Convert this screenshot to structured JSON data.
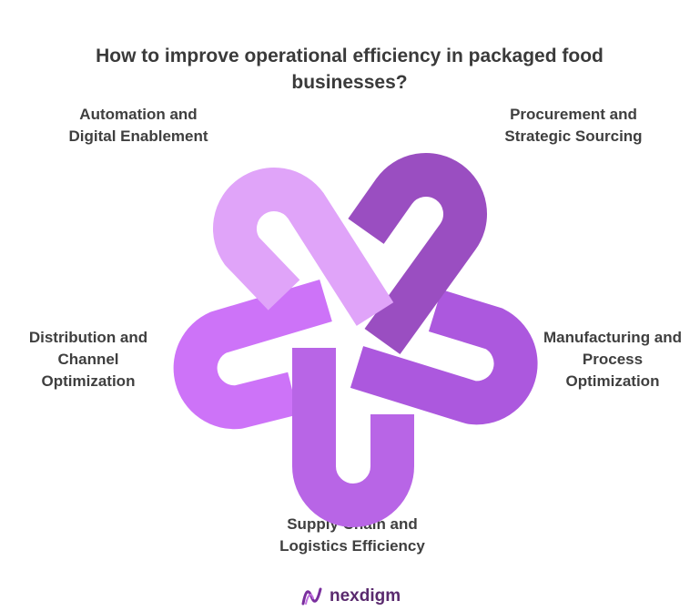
{
  "title": "How to improve operational efficiency in packaged food businesses?",
  "segments": [
    {
      "id": "automation",
      "label": "Automation and Digital Enablement",
      "color": "#e0a4f9"
    },
    {
      "id": "procurement",
      "label": "Procurement and Strategic Sourcing",
      "color": "#9a4ec1"
    },
    {
      "id": "manufacturing",
      "label": "Manufacturing and Process Optimization",
      "color": "#ac58de"
    },
    {
      "id": "supply",
      "label": "Supply Chain and Logistics Efficiency",
      "color": "#b865e6"
    },
    {
      "id": "distribution",
      "label": "Distribution and Channel Optimization",
      "color": "#cd73f8"
    }
  ],
  "logo": {
    "text": "nexdigm",
    "icon": "nexdigm-logo-icon"
  }
}
